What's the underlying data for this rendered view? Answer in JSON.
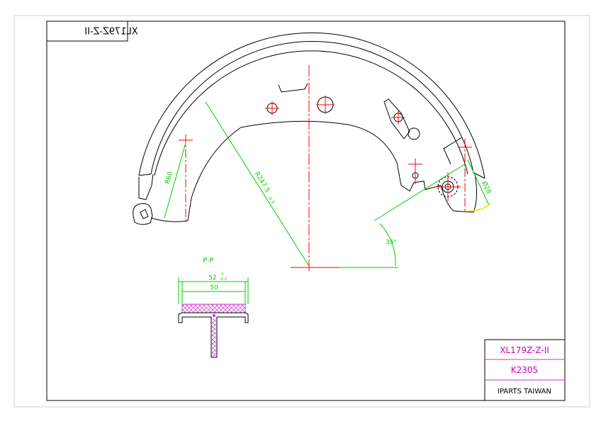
{
  "header_tag": "XL179Z-Z-II",
  "section_label": "P-P",
  "dims": {
    "radius_small": "R60",
    "radius_large": "R247.5",
    "radius_large_tol": "-0.3",
    "angle": "35°",
    "dia": "Ø28",
    "width_outer": "52",
    "width_outer_tol_up": "0",
    "width_outer_tol_down": "-0.2",
    "width_inner": "50"
  },
  "title_block": {
    "part_number": "XL179Z-Z-II",
    "ref_code": "K2305",
    "company": "IPARTS TAIWAN"
  },
  "colors": {
    "outline": "#000000",
    "center_line": "#ff0000",
    "dimension": "#00cc00",
    "lining_hatch": "#cc33cc",
    "title_text": "#cc00cc",
    "arc_highlight": "#e6e600"
  }
}
